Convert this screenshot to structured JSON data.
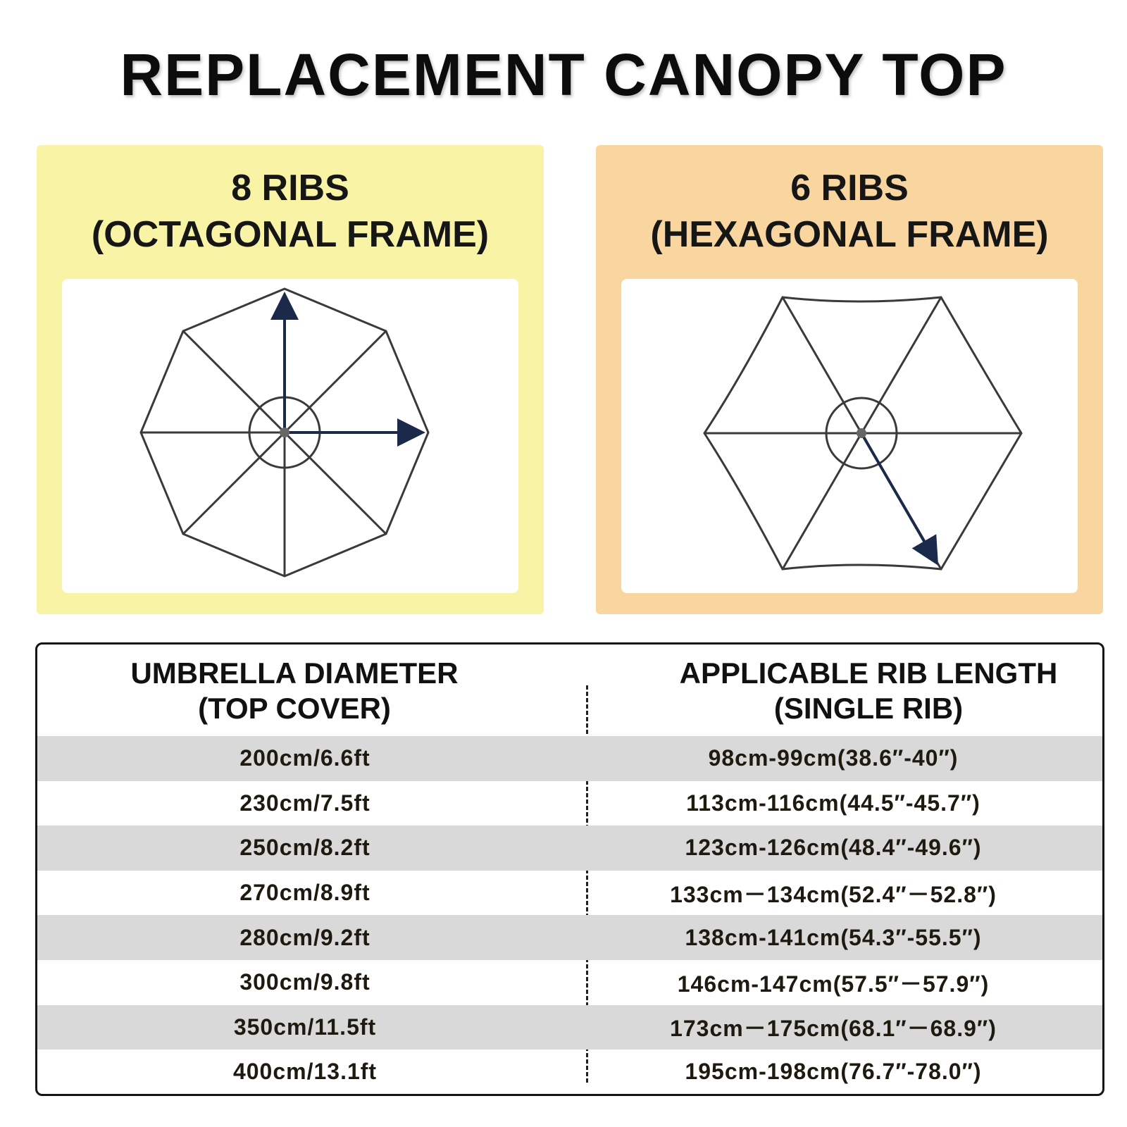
{
  "title": "REPLACEMENT CANOPY TOP",
  "panels": {
    "octagonal": {
      "line1": "8 RIBS",
      "line2": "(OCTAGONAL FRAME)"
    },
    "hexagonal": {
      "line1": "6 RIBS",
      "line2": "(HEXAGONAL FRAME)"
    }
  },
  "colors": {
    "octagonal_panel": "#f9f3a6",
    "hexagonal_panel": "#f9d6a0",
    "frame_line": "#3a3a3a",
    "arrow": "#1b2a4a",
    "row_shade": "#d9d9d9"
  },
  "table": {
    "header_left": {
      "line1": "UMBRELLA DIAMETER",
      "line2": "(TOP COVER)"
    },
    "header_right": {
      "line1": "APPLICABLE RIB LENGTH",
      "line2": "(SINGLE RIB)"
    },
    "rows": [
      {
        "diameter": "200cm/6.6ft",
        "rib": "98cm-99cm(38.6″-40″)"
      },
      {
        "diameter": "230cm/7.5ft",
        "rib": "113cm-116cm(44.5″-45.7″)"
      },
      {
        "diameter": "250cm/8.2ft",
        "rib": "123cm-126cm(48.4″-49.6″)"
      },
      {
        "diameter": "270cm/8.9ft",
        "rib": "133cm－134cm(52.4″－52.8″)"
      },
      {
        "diameter": "280cm/9.2ft",
        "rib": "138cm-141cm(54.3″-55.5″)"
      },
      {
        "diameter": "300cm/9.8ft",
        "rib": "146cm-147cm(57.5″－57.9″)"
      },
      {
        "diameter": "350cm/11.5ft",
        "rib": "173cm－175cm(68.1″－68.9″)"
      },
      {
        "diameter": "400cm/13.1ft",
        "rib": "195cm-198cm(76.7″-78.0″)"
      }
    ]
  }
}
